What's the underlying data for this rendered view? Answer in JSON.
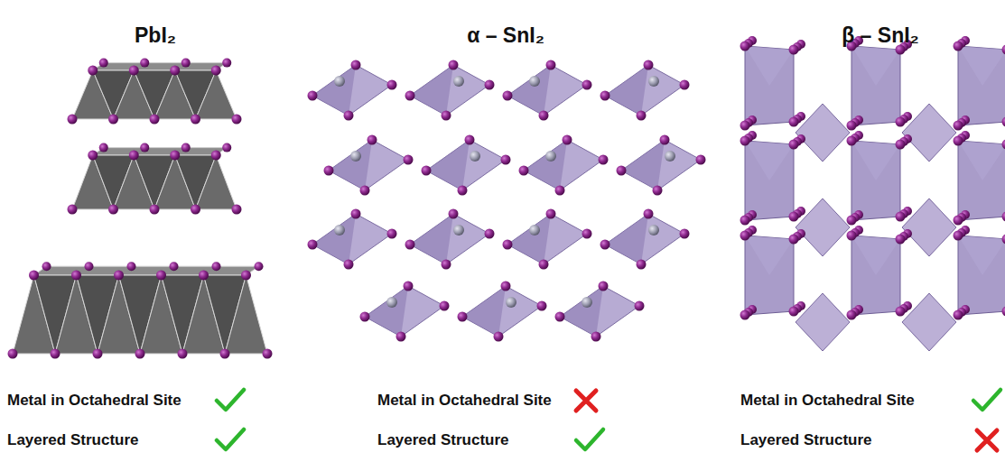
{
  "diagram": {
    "labels": [
      "PbI₂",
      "α – SnI₂",
      "β – SnI₂",
      "Metal in Octahedral Site",
      "Layered Structure",
      "Metal in Octahedral Site",
      "Layered Structure",
      "Metal in Octahedral Site",
      "Layered Structure"
    ]
  }
}
